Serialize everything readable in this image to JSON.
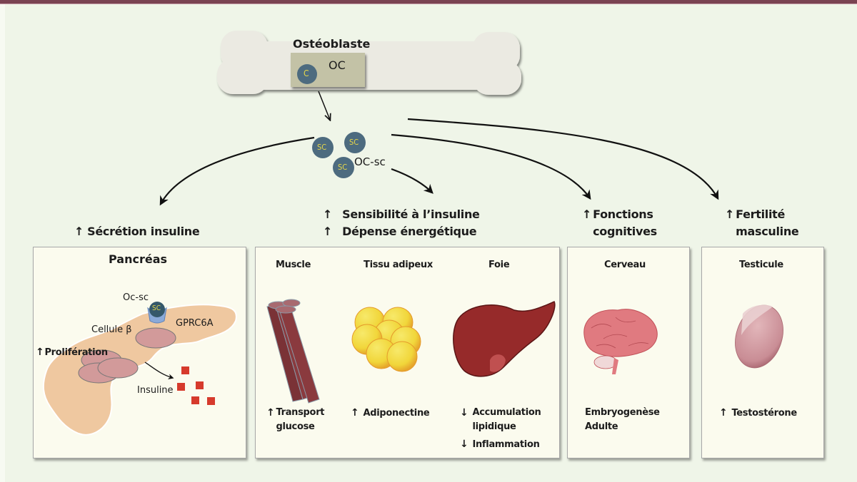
{
  "colors": {
    "background": "#eff5e8",
    "top_bar": "#7a4352",
    "panel_bg": "#fbfbee",
    "bone": "#ebeae2",
    "osteoblast_box": "#c3c2a6",
    "sc_circle": "#4d6b7f",
    "sc_text": "#e8d84a",
    "pancreas": "#efc8a0",
    "beta_cell": "#d29a9a",
    "insulin": "#d63a2c",
    "muscle": "#8a3a3e",
    "fat": "#f1d63a",
    "liver": "#962a2a",
    "brain": "#e07a80",
    "testis": "#cf9aa0"
  },
  "bone": {
    "title": "Ostéoblaste",
    "cell_label": "OC",
    "cell_circle": "C"
  },
  "osteocalcin": {
    "circles": [
      "SC",
      "SC",
      "SC"
    ],
    "label": "OC-sc"
  },
  "targets": [
    {
      "effect_lines": [
        {
          "dir": "up",
          "text": "Sécrétion insuline"
        }
      ],
      "panel": {
        "title": "Pancréas",
        "labels": {
          "ligand": "Oc-sc",
          "ligand_circle": "SC",
          "receptor": "GPRC6A",
          "cell": "Cellule β",
          "proliferation": "Prolifération",
          "hormone": "Insuline"
        }
      }
    },
    {
      "effect_lines": [
        {
          "dir": "up",
          "text": "Sensibilité à l’insuline"
        },
        {
          "dir": "up",
          "text": "Dépense énergétique"
        }
      ],
      "panel": {
        "organs": [
          {
            "name": "Muscle",
            "effects": [
              {
                "dir": "up",
                "text": "Transport glucose"
              }
            ]
          },
          {
            "name": "Tissu adipeux",
            "effects": [
              {
                "dir": "up",
                "text": "Adiponectine"
              }
            ]
          },
          {
            "name": "Foie",
            "effects": [
              {
                "dir": "down",
                "text": "Accumulation lipidique"
              },
              {
                "dir": "down",
                "text": "Inflammation"
              }
            ]
          }
        ]
      }
    },
    {
      "effect_lines": [
        {
          "dir": "up",
          "text": "Fonctions cognitives"
        }
      ],
      "panel": {
        "organ": "Cerveau",
        "notes": [
          "Embryogenèse",
          "Adulte"
        ]
      }
    },
    {
      "effect_lines": [
        {
          "dir": "up",
          "text": "Fertilité masculine"
        }
      ],
      "panel": {
        "organ": "Testicule",
        "effects": [
          {
            "dir": "up",
            "text": "Testostérone"
          }
        ]
      }
    }
  ],
  "arrows": {
    "up": "↑",
    "down": "↓"
  }
}
